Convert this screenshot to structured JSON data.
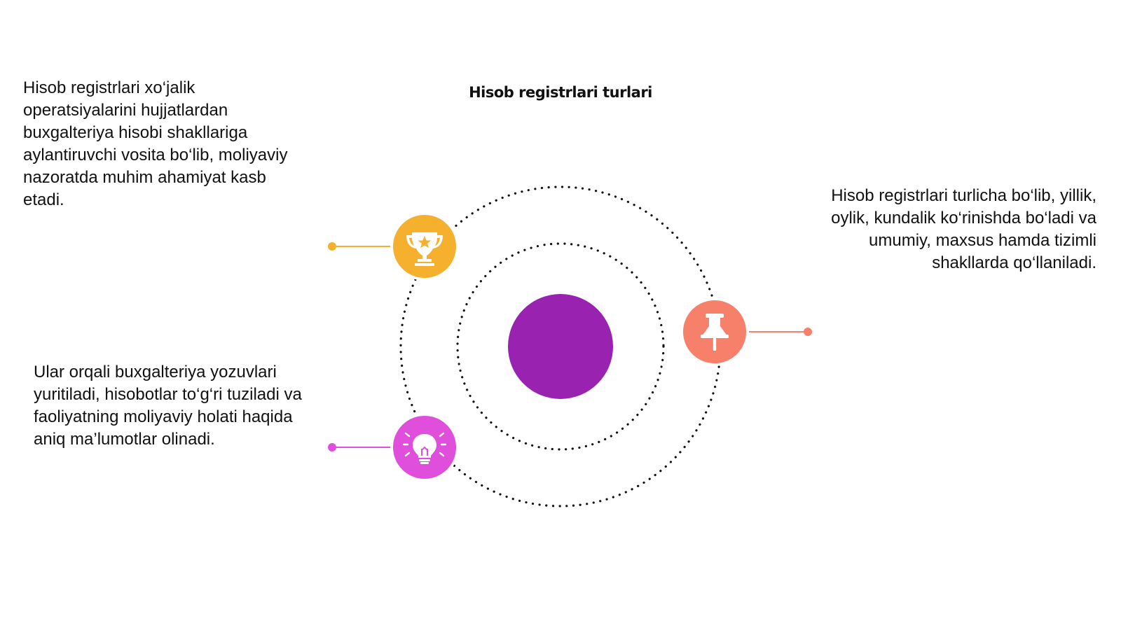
{
  "title": "Hisob registrlari turlari",
  "descriptions": {
    "top_left": "Hisob registrlari xo‘jalik operatsiyalarini hujjatlardan buxgalteriya hisobi shakllariga aylantiruvchi vosita bo‘lib, moliyaviy nazoratda muhim ahamiyat kasb etadi.",
    "bottom_left": "Ular orqali buxgalteriya yozuvlari yuritiladi, hisobotlar to‘g‘ri tuziladi va faoliyatning moliyaviy holati haqida aniq ma’lumotlar olinadi.",
    "right": "Hisob registrlari turlicha bo‘lib, yillik, oylik, kundalik ko‘rinishda bo‘ladi va umumiy, maxsus hamda tizimli shakllarda qo‘llaniladi."
  },
  "nodes": [
    {
      "id": "trophy",
      "icon": "trophy-icon",
      "color": "#F5B02E"
    },
    {
      "id": "lightbulb",
      "icon": "lightbulb-icon",
      "color": "#E04FDB"
    },
    {
      "id": "pushpin",
      "icon": "pushpin-icon",
      "color": "#F6806A"
    }
  ],
  "center_color": "#9A22B1"
}
